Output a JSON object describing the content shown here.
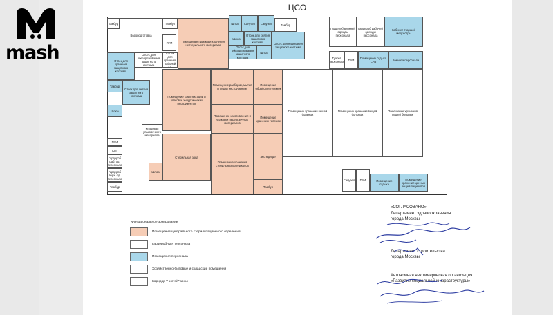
{
  "brand": {
    "wordmark": "mash"
  },
  "plan": {
    "title": "ЦСО",
    "rooms": [
      "Тамбур",
      "Водоподготовка",
      "Тамбур",
      "Помещение приема и хранения нестерильного материала",
      "Шлюз",
      "Санузел",
      "Санузел",
      "Тамбур",
      "Гардероб верхней одежды персонала",
      "Гардероб рабочей одежды персонала",
      "Кабинет старшей медсестры",
      "ПУИ",
      "Отсек для обезвреживания защитного костюма",
      "Отсек для хранения рабочей од.",
      "Отсек для хранения защитного костюма",
      "Шлюз",
      "Отсек для снятия защитного костюма",
      "Отсек для обезвреживания защитного костюма",
      "Шлюз",
      "Отсек для надевания защитного костюма",
      "Туалет персонала",
      "ПУИ",
      "Помещение отдыха СИЗ",
      "Комната персонала",
      "Тамбур",
      "Отсек для снятия защитного костюма",
      "Шлюз",
      "Помещение комплектации и упаковки хирургических инструментов",
      "Помещение разборки, мытья и сушки инструментов",
      "Помещение обработки тележек",
      "Помещение изготовления и упаковки перевязочных материалов",
      "Помещение хранения тележек",
      "Помещение хранения вещей больных",
      "Помещение хранения вещей больных",
      "Помещение хранения вещей больных",
      "Кладовая упаковочного материала",
      "ПУИ",
      "КЛГ",
      "Гардероб раб. од. персонала",
      "Гардероб верх. од. персонала",
      "Тамбур",
      "Шлюз",
      "Стерильная зона",
      "Помещение хранения стерильных материалов",
      "Экспедиция",
      "Тамбур",
      "Санузел",
      "ПУИ",
      "Помещение отдыха",
      "Помещение хранения ценных вещей пациентов"
    ]
  },
  "legend": {
    "heading": "Функциональное зонирование",
    "items": [
      {
        "label": "Помещения центрального стерилизационного отделения",
        "color": "#f6cdb6"
      },
      {
        "label": "Гардеробные персонала",
        "color": "#ffffff"
      },
      {
        "label": "Помещения персонала",
        "color": "#a9d7ea"
      },
      {
        "label": "Хозяйственно-бытовые и складские помещения",
        "color": "#ffffff"
      },
      {
        "label": "Коридор \"Чистой\" зоны",
        "color": "#ffffff"
      }
    ]
  },
  "approval": {
    "heading": "«СОГЛАСОВАНО»",
    "dept1": "Департамент здравоохранения",
    "city1": "города Москвы",
    "dept2": "Департамент строительства",
    "city2": "города Москвы",
    "org1": "Автономная некоммерческая организация",
    "org2": "«Развитие социальной инфраструктуры»"
  }
}
